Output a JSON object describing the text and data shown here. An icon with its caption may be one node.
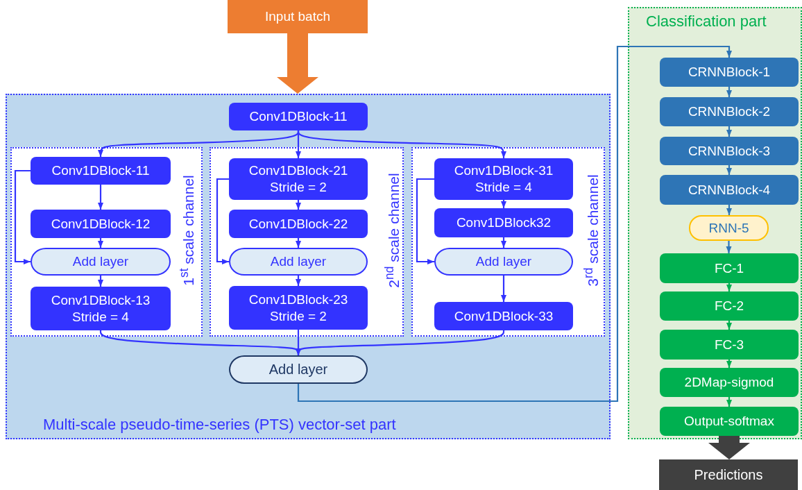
{
  "diagram": {
    "nodes": [
      {
        "text": [
          "Input batch"
        ]
      },
      {
        "text": [
          "Multi-scale pseudo-time-series (PTS) vector-set part"
        ]
      },
      {
        "text": [
          "Conv1DBlock-11"
        ],
        "in": 1
      },
      {
        "text": [
          "1$^{st}$ scale channel"
        ],
        "in": 1
      },
      {
        "text": [
          "Conv1DBlock-11"
        ],
        "in": 3
      },
      {
        "text": [
          "Conv1DBlock-12"
        ],
        "in": 3
      },
      {
        "text": [
          "Add layer"
        ],
        "in": 3
      },
      {
        "text": [
          "Conv1DBlock-13 Stride = 4"
        ],
        "in": 3
      },
      {
        "text": [
          "2$^{nd}$ scale channel"
        ],
        "in": 1
      },
      {
        "text": [
          "Conv1DBlock-21 Stride = 2"
        ],
        "in": 8
      },
      {
        "text": [
          "Conv1DBlock-22"
        ],
        "in": 8
      },
      {
        "text": [
          "Add layer"
        ],
        "in": 8
      },
      {
        "text": [
          "Conv1DBlock-23 Stride = 2"
        ],
        "in": 8
      },
      {
        "text": [
          "3$^{rd}$ scale channel"
        ],
        "in": 1
      },
      {
        "text": [
          "Conv1DBlock-31 Stride = 4"
        ],
        "in": 13
      },
      {
        "text": [
          "Conv1DBlock32"
        ],
        "in": 13
      },
      {
        "text": [
          "Add layer"
        ],
        "in": 13
      },
      {
        "text": [
          "Conv1DBlock-33"
        ],
        "in": 13
      },
      {
        "text": [
          "Add layer"
        ],
        "in": 1
      },
      {
        "text": [
          "Classification part"
        ]
      },
      {
        "text": [
          "CRNNBlock-1"
        ],
        "in": 19
      },
      {
        "text": [
          "CRNNBlock-2"
        ],
        "in": 19
      },
      {
        "text": [
          "CRNNBlock-3"
        ],
        "in": 19
      },
      {
        "text": [
          "CRNNBlock-4"
        ],
        "in": 19
      },
      {
        "text": [
          "RNN-5"
        ],
        "in": 19
      },
      {
        "text": [
          "FC-1"
        ],
        "in": 19
      },
      {
        "text": [
          "FC-2"
        ],
        "in": 19
      },
      {
        "text": [
          "FC-3"
        ],
        "in": 19
      },
      {
        "text": [
          "2DMap-sigmod"
        ],
        "in": 19
      },
      {
        "text": [
          "Output-softmax"
        ],
        "in": 19
      },
      {
        "text": [
          "Predictions"
        ]
      }
    ],
    "edges": [
      {
        "from": 0,
        "to": 1,
        "arrow": "to",
        "style": "thick",
        "color": "#ed7d31"
      },
      {
        "from": 2,
        "to": 4,
        "arrow": "to"
      },
      {
        "from": 2,
        "to": 9,
        "arrow": "to"
      },
      {
        "from": 2,
        "to": 14,
        "arrow": "to"
      },
      {
        "from": 4,
        "to": 5,
        "arrow": "to"
      },
      {
        "from": 4,
        "to": 6,
        "arrow": "to"
      },
      {
        "from": 5,
        "to": 6,
        "arrow": "to"
      },
      {
        "from": 6,
        "to": 7,
        "arrow": "to"
      },
      {
        "from": 9,
        "to": 10,
        "arrow": "to"
      },
      {
        "from": 9,
        "to": 11,
        "arrow": "to"
      },
      {
        "from": 10,
        "to": 11,
        "arrow": "to"
      },
      {
        "from": 11,
        "to": 12,
        "arrow": "to"
      },
      {
        "from": 14,
        "to": 15,
        "arrow": "to"
      },
      {
        "from": 14,
        "to": 16,
        "arrow": "to"
      },
      {
        "from": 15,
        "to": 16,
        "arrow": "to"
      },
      {
        "from": 16,
        "to": 17,
        "arrow": "to"
      },
      {
        "from": 7,
        "to": 18,
        "arrow": "to"
      },
      {
        "from": 12,
        "to": 18,
        "arrow": "to"
      },
      {
        "from": 17,
        "to": 18,
        "arrow": "to"
      },
      {
        "from": 18,
        "to": 20,
        "arrow": "to",
        "color": "#2e75b6"
      },
      {
        "from": 20,
        "to": 21,
        "arrow": "to",
        "color": "#2e75b6"
      },
      {
        "from": 21,
        "to": 22,
        "arrow": "to",
        "color": "#2e75b6"
      },
      {
        "from": 22,
        "to": 23,
        "arrow": "to",
        "color": "#2e75b6"
      },
      {
        "from": 23,
        "to": 24,
        "arrow": "to",
        "color": "#2e75b6"
      },
      {
        "from": 24,
        "to": 25,
        "arrow": "to",
        "color": "#2e75b6"
      },
      {
        "from": 25,
        "to": 26,
        "arrow": "to",
        "color": "#00b050"
      },
      {
        "from": 26,
        "to": 27,
        "arrow": "to",
        "color": "#00b050"
      },
      {
        "from": 27,
        "to": 28,
        "arrow": "to",
        "color": "#00b050"
      },
      {
        "from": 28,
        "to": 29,
        "arrow": "to",
        "color": "#00b050"
      },
      {
        "from": 29,
        "to": 30,
        "arrow": "to",
        "style": "thick",
        "color": "#404040"
      }
    ]
  }
}
